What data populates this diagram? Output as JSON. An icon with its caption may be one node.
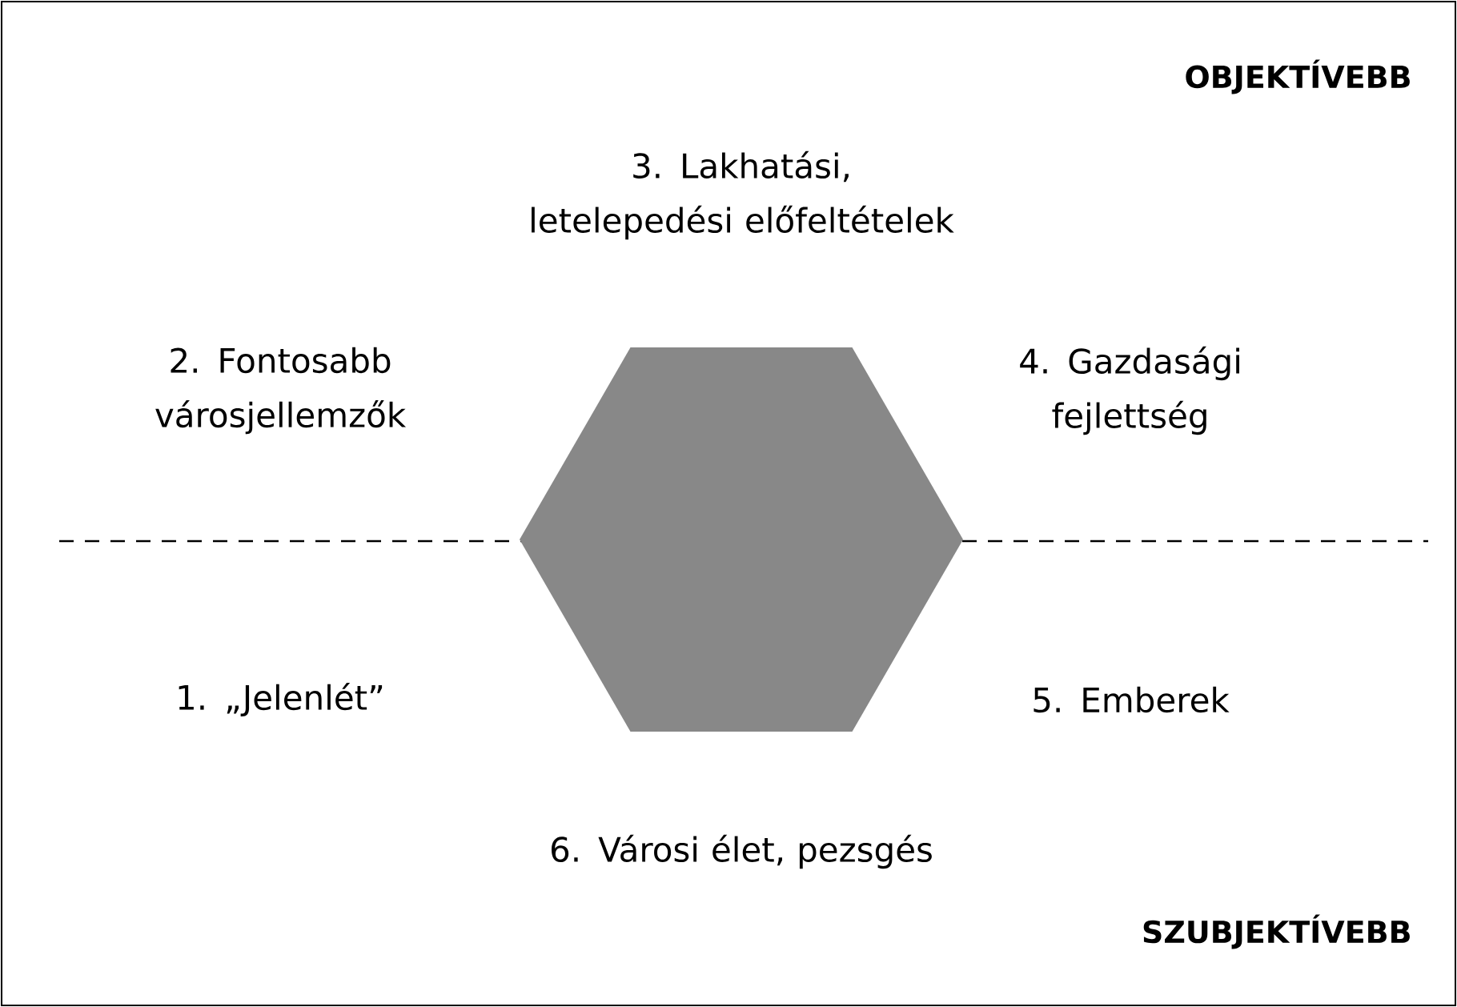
{
  "diagram": {
    "nodes": [
      {
        "text": [],
        "shape": "hexagon"
      }
    ],
    "labels": [
      "OBJEKTÍVEBB",
      "3. Lakhatási, letelepedési előfeltételek",
      "2. Fontosabb városjellemzők",
      "4. Gazdasági fejlettség",
      "1. „Jelenlét”",
      "5. Emberek",
      "6. Városi élet, pezsgés",
      "SZUBJEKTÍVEBB"
    ]
  }
}
